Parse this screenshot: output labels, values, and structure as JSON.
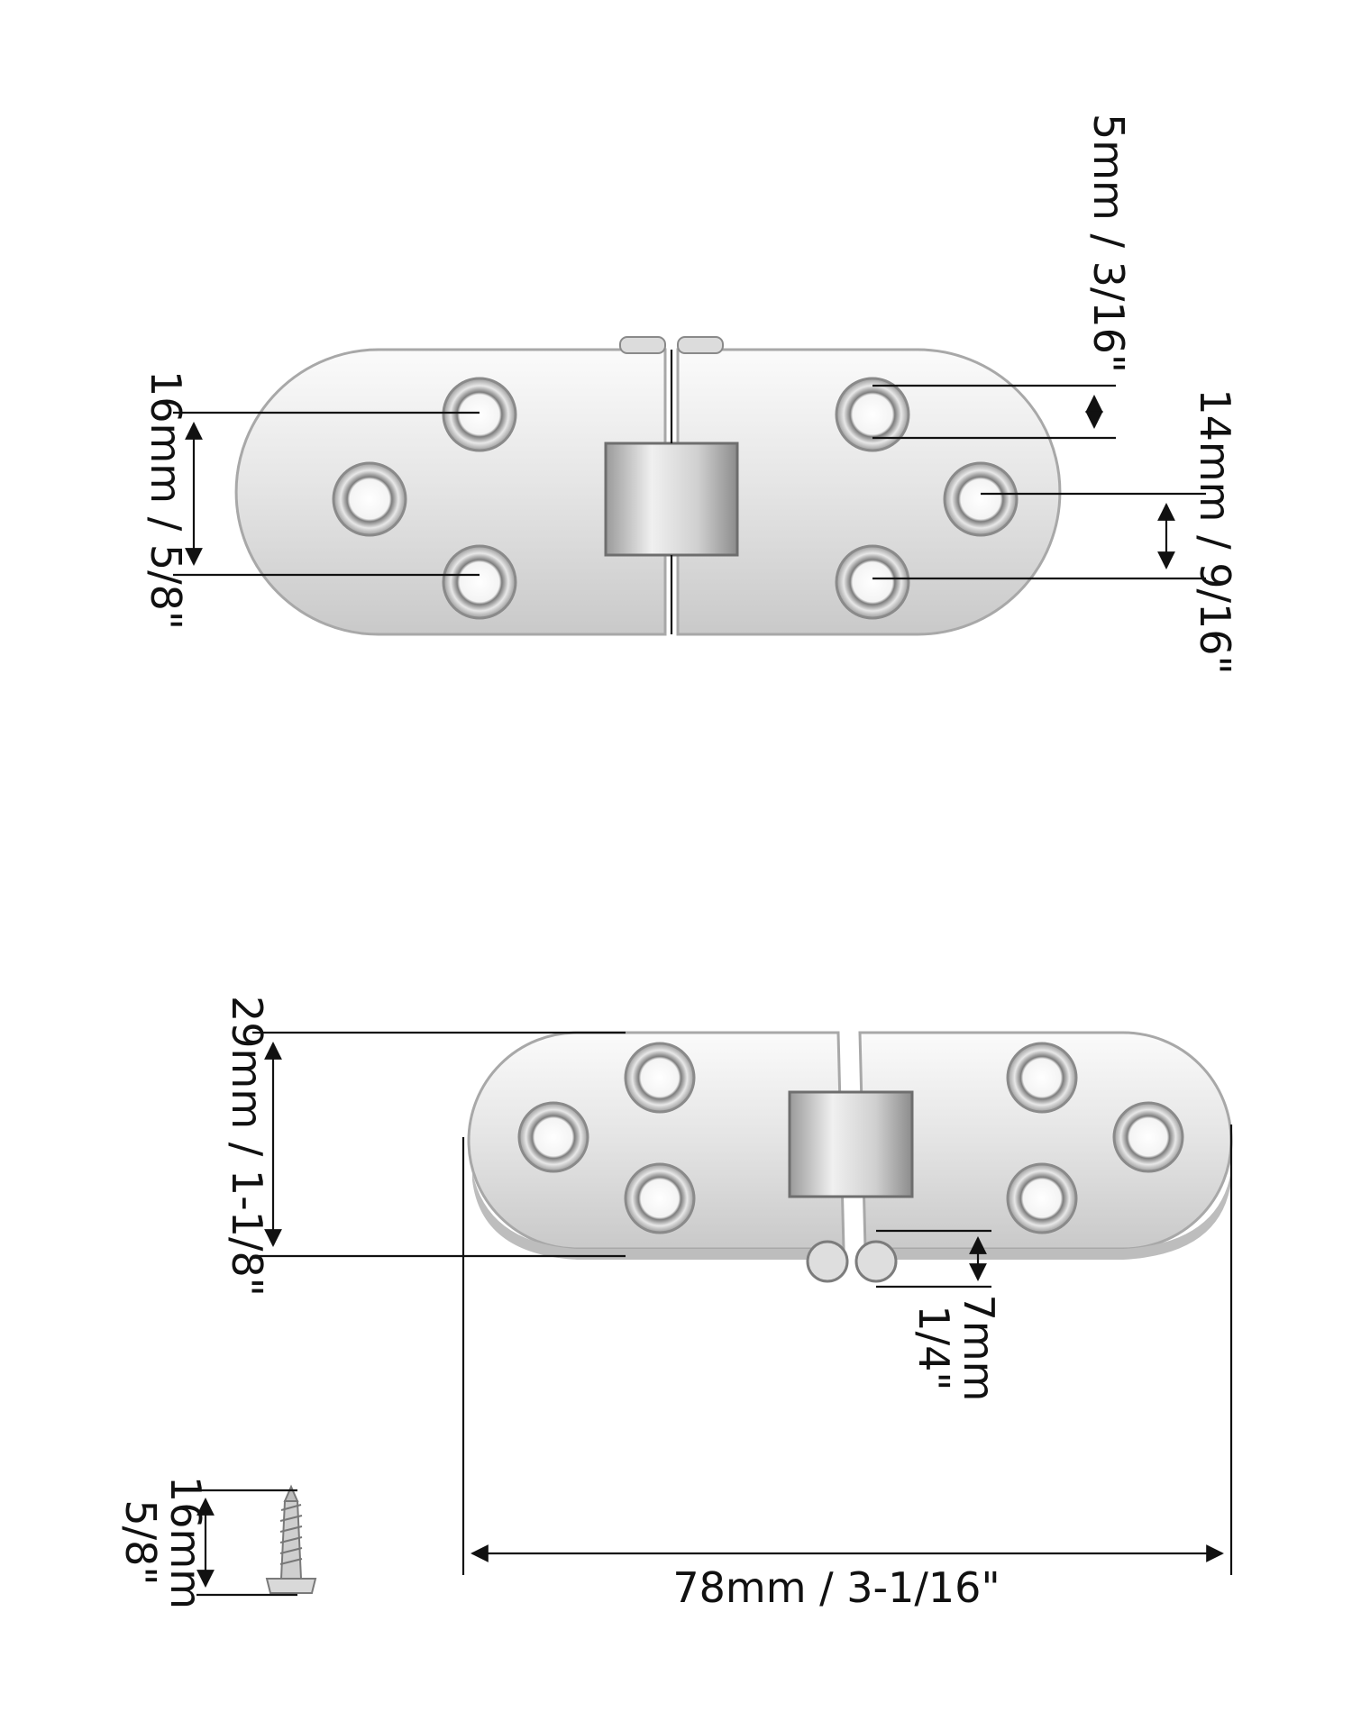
{
  "colors": {
    "background": "#ffffff",
    "line": "#111111",
    "metal_light": "#f2f2f2",
    "metal_mid": "#d6d6d6",
    "metal_dark": "#8a8a8a"
  },
  "top_view": {
    "hole_spacing_left": "16mm / 5/8\"",
    "hole_diameter": "5mm / 3/16\"",
    "hole_spacing_right": "14mm / 9/16\""
  },
  "side_view": {
    "width": "29mm / 1-1/8\"",
    "knuckle_mm": "7mm",
    "knuckle_in": "1/4\"",
    "length": "78mm / 3-1/16\""
  },
  "screw": {
    "length_mm": "16mm",
    "length_in": "5/8\""
  }
}
